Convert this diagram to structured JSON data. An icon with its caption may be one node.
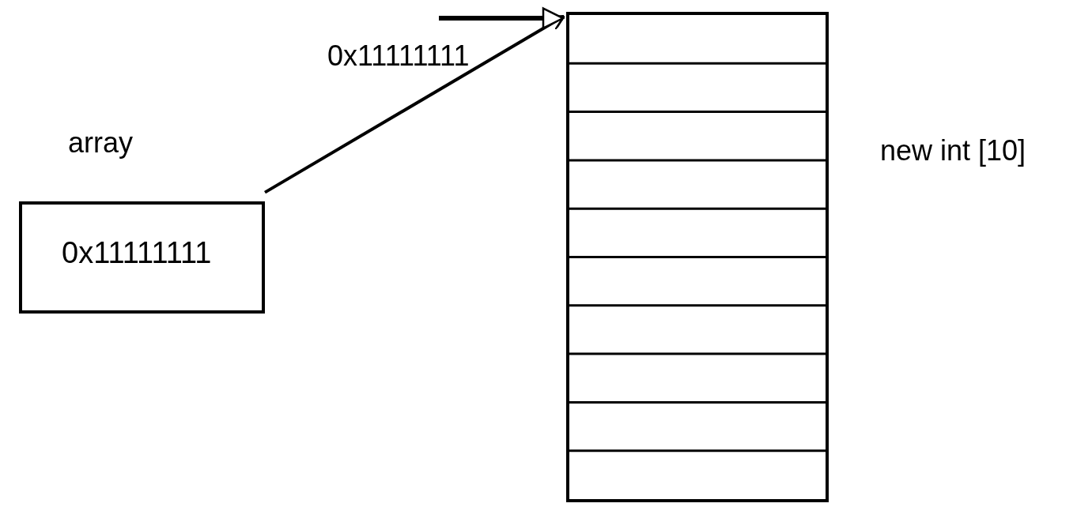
{
  "diagram": {
    "nodes": [
      {
        "text": [
          "0x11111111"
        ],
        "beside": [
          "array"
        ]
      },
      {
        "text": [],
        "shape": "box",
        "beside": [
          "0x11111111",
          "new int [10]"
        ]
      }
    ],
    "edges": [
      {
        "from": 0,
        "to": 1,
        "arrow": "to"
      },
      {
        "from": null,
        "to": 1,
        "arrow": "to"
      }
    ]
  }
}
